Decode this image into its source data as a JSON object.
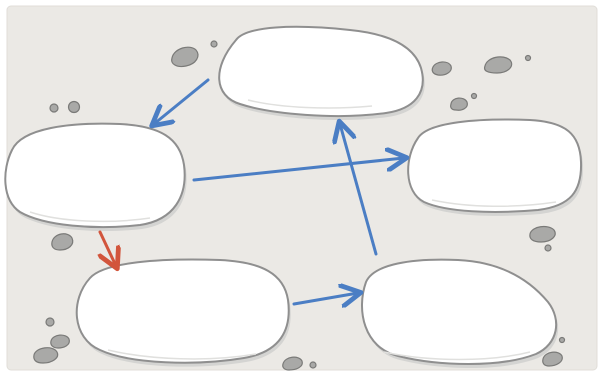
{
  "colors": {
    "panel": "#ebe9e5",
    "stone_fill": "#ffffff",
    "stone_outline": "#8f8f8f",
    "stone_shadow": "#d4d4d2",
    "pebble": "#a9a9a7",
    "pebble_outline": "#7a7a78",
    "arrow_blue": "#4b7ec4",
    "arrow_red": "#d2553c"
  },
  "nodes": [
    {
      "id": "stone-top",
      "text": ""
    },
    {
      "id": "stone-left",
      "text": ""
    },
    {
      "id": "stone-right",
      "text": ""
    },
    {
      "id": "stone-bottom-left",
      "text": ""
    },
    {
      "id": "stone-bottom-right",
      "text": ""
    }
  ],
  "edges": [
    {
      "from": "stone-top",
      "to": "stone-left",
      "color": "blue"
    },
    {
      "from": "stone-left",
      "to": "stone-right",
      "color": "blue"
    },
    {
      "from": "stone-left",
      "to": "stone-bottom-left",
      "color": "red"
    },
    {
      "from": "stone-bottom-left",
      "to": "stone-bottom-right",
      "color": "blue"
    },
    {
      "from": "stone-bottom-right",
      "to": "stone-top",
      "color": "blue"
    }
  ]
}
